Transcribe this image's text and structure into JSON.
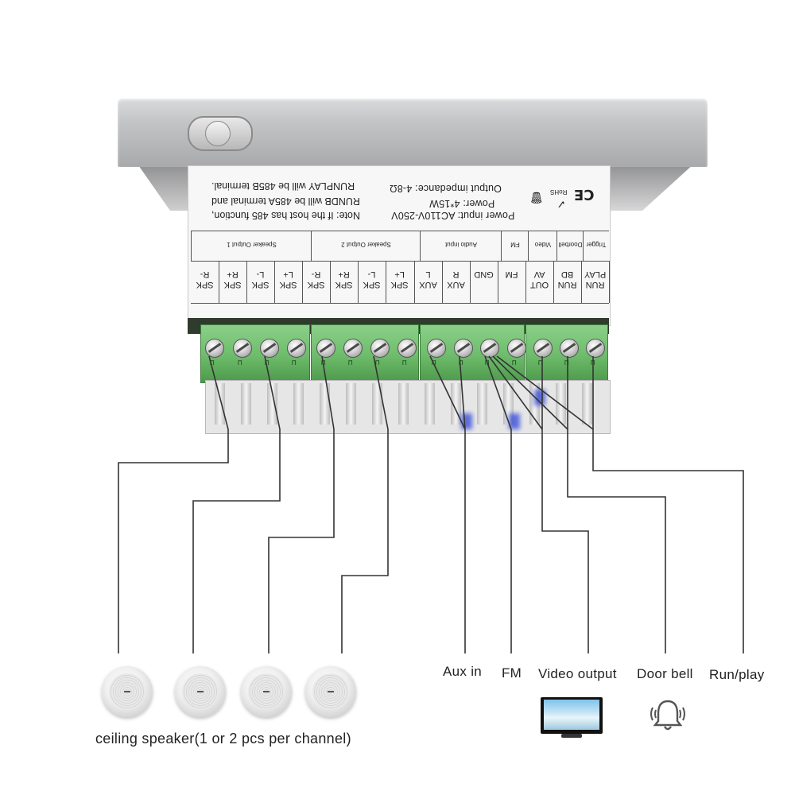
{
  "label": {
    "ce_mark": "CE",
    "rohs_mark": "RoHS",
    "power_input": "Power input: AC110V-250V",
    "power": "Power: 4*15W",
    "impedance": "Output impedance: 4-8Ω",
    "note_line1": "Note: If the host has 485 function,",
    "note_line2": "RUNDB will be 485A terminal and",
    "note_line3": "RUNPLAY will be 485B terminal.",
    "groups": [
      {
        "name": "Trigger"
      },
      {
        "name": "Doorbell"
      },
      {
        "name": "Video"
      },
      {
        "name": "FM"
      },
      {
        "name": "Audio input"
      },
      {
        "name": "Speaker Output 2"
      },
      {
        "name": "Speaker Output 1"
      }
    ],
    "terminals": [
      {
        "l1": "RUN",
        "l2": "PLAY"
      },
      {
        "l1": "RUN",
        "l2": "BD"
      },
      {
        "l1": "OUT",
        "l2": "AV"
      },
      {
        "l1": "FM",
        "l2": ""
      },
      {
        "l1": "GND",
        "l2": ""
      },
      {
        "l1": "AUX",
        "l2": "R"
      },
      {
        "l1": "AUX",
        "l2": "L"
      },
      {
        "l1": "SPK",
        "l2": "L+"
      },
      {
        "l1": "SPK",
        "l2": "L-"
      },
      {
        "l1": "SPK",
        "l2": "R+"
      },
      {
        "l1": "SPK",
        "l2": "R-"
      },
      {
        "l1": "SPK",
        "l2": "L+"
      },
      {
        "l1": "SPK",
        "l2": "L-"
      },
      {
        "l1": "SPK",
        "l2": "R+"
      },
      {
        "l1": "SPK",
        "l2": "R-"
      }
    ]
  },
  "destinations": {
    "aux_in": "Aux in",
    "fm": "FM",
    "video_output": "Video output",
    "door_bell": "Door bell",
    "run_play": "Run/play"
  },
  "speakers": {
    "caption": "ceiling speaker(1 or 2 pcs per channel)"
  },
  "colors": {
    "terminal_green": "#6fbe6d",
    "wire": "#333333",
    "faceplate": "#c3c4c6"
  }
}
